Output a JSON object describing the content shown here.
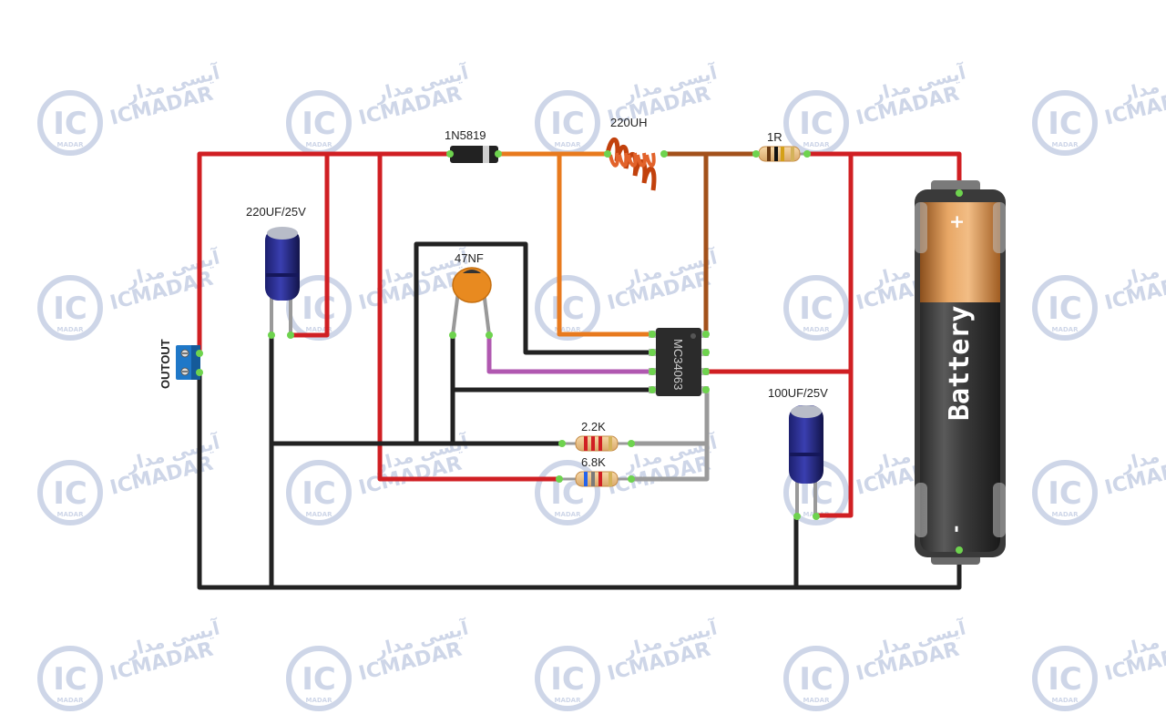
{
  "watermark": {
    "brand_latin": "ICMADAR",
    "brand_persian": "آیسی مدار",
    "logo_letters": "IC",
    "logo_sub": "MADAR",
    "color": "#c9d2e6"
  },
  "components": {
    "diode": "1N5819",
    "inductor": "220UH",
    "resistor_sense": "1R",
    "cap_output": "220UF/25V",
    "cap_timing": "47NF",
    "ic": "MC34063",
    "resistor_r1": "2.2K",
    "resistor_r2": "6.8K",
    "cap_input": "100UF/25V",
    "output_terminal": "OUTOUT",
    "battery": {
      "label": "Battery",
      "plus": "+",
      "minus": "-"
    }
  },
  "colors": {
    "wire_red": "#d01f23",
    "wire_black": "#222222",
    "wire_orange": "#e87a1e",
    "wire_brown": "#a3511b",
    "wire_purple": "#b058b0",
    "wire_gray": "#9a9a9a",
    "pin_green": "#6ed34e"
  }
}
